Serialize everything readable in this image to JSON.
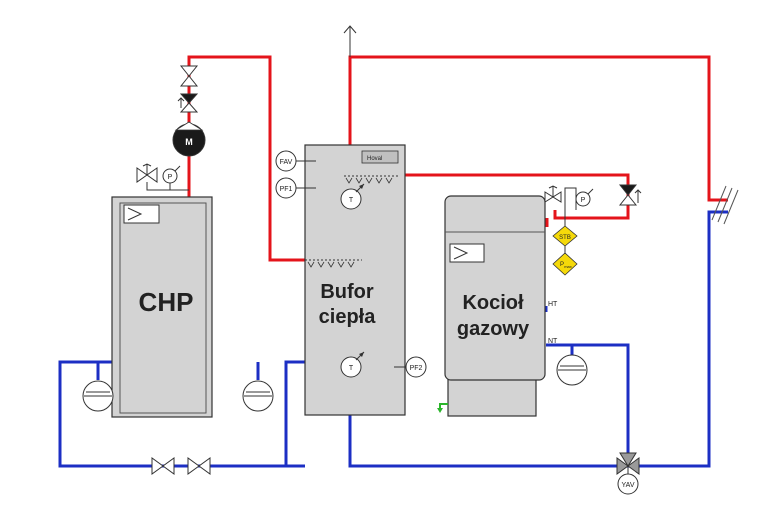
{
  "colors": {
    "supply": "#e4141b",
    "return": "#1c2fc4",
    "tank_fill": "#d3d3d3",
    "pump_fill": "#1a1a1a",
    "safety_fill": "#f5d90a",
    "drain": "#2bb52b"
  },
  "chp": {
    "label": "CHP"
  },
  "buffer": {
    "line1": "Bufor",
    "line2": "ciepła",
    "brand": "Hoval"
  },
  "boiler": {
    "line1": "Kocioł",
    "line2": "gazowy",
    "ht": "HT",
    "nt": "NT"
  },
  "sensors": {
    "fav": "FAV",
    "pf1": "PF1",
    "pf2": "PF2",
    "yav": "YAV",
    "stb": "STB",
    "p": "P",
    "t": "T",
    "m": "M"
  },
  "p_max": {
    "main": "P",
    "sub": "max"
  }
}
